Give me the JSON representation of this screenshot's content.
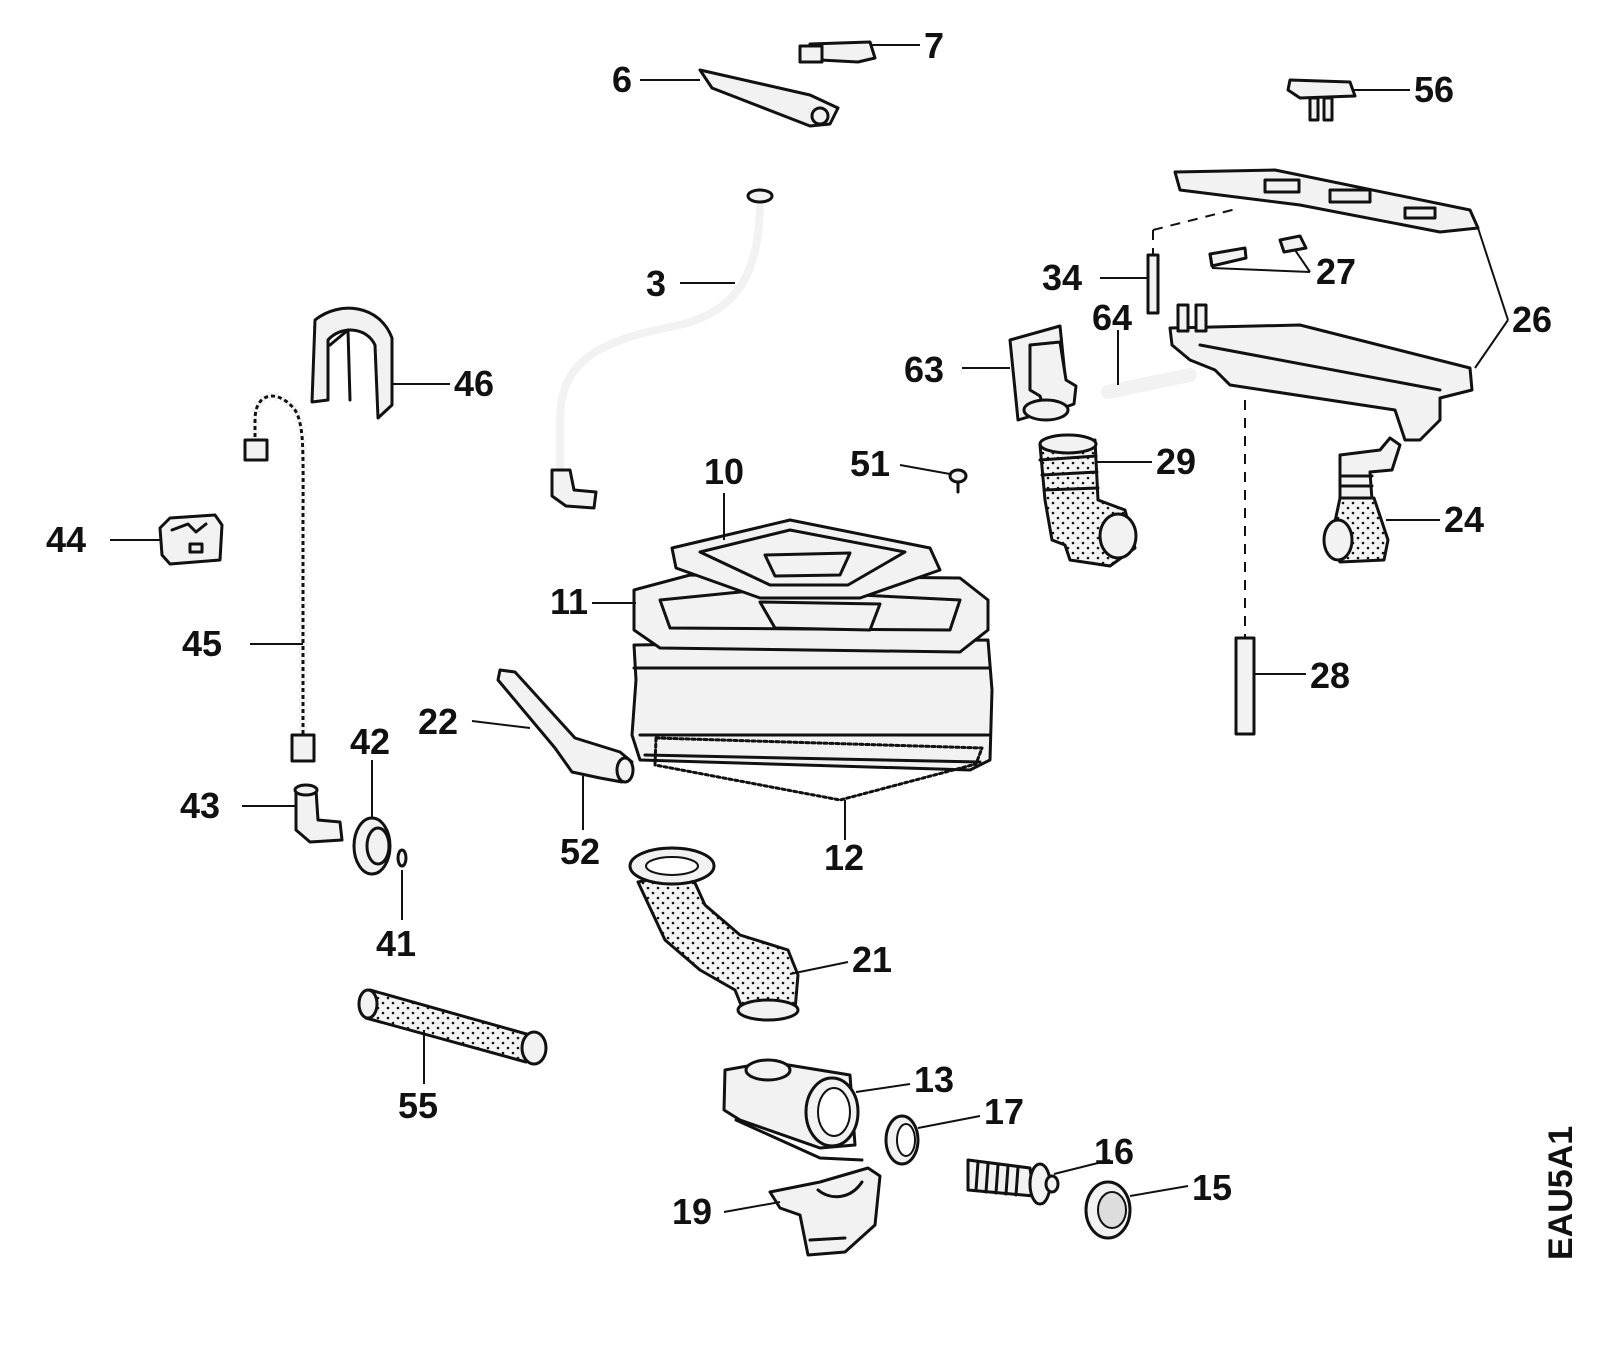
{
  "diagram": {
    "code": "EAU5A1",
    "callouts": [
      "7",
      "6",
      "56",
      "3",
      "26",
      "27",
      "34",
      "64",
      "63",
      "46",
      "29",
      "24",
      "51",
      "10",
      "44",
      "11",
      "45",
      "28",
      "22",
      "42",
      "43",
      "52",
      "12",
      "41",
      "21",
      "55",
      "13",
      "17",
      "16",
      "15",
      "19"
    ]
  }
}
